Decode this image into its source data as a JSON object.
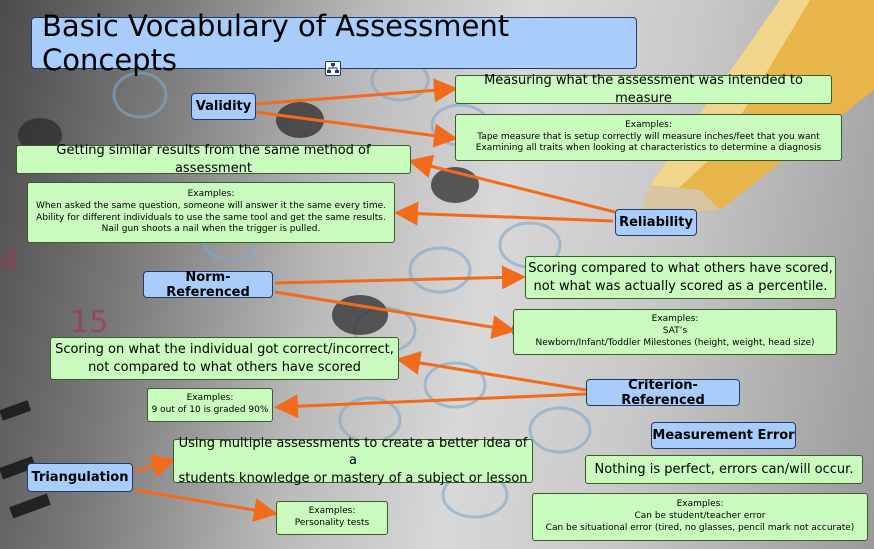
{
  "title": "Basic Vocabulary of Assessment Concepts",
  "colors": {
    "concept_fill": "#a9cdfb",
    "definition_fill": "#c9fbbf",
    "arrow": "#f26a1b"
  },
  "concepts": {
    "validity": {
      "label": "Validity",
      "definition": "Measuring what the assessment was intended to measure",
      "examples_heading": "Examples:",
      "examples": [
        "Tape measure that is setup correctly will measure inches/feet that you want",
        "Examining all traits when looking at characteristics to determine a diagnosis"
      ]
    },
    "reliability": {
      "label": "Reliability",
      "definition": "Getting similar results from the same method of assessment",
      "examples_heading": "Examples:",
      "examples": [
        "When asked the same question, someone will answer it the same every time.",
        "Ability for different individuals to use the same tool and get the same results.",
        "Nail gun shoots a nail when the trigger is pulled."
      ]
    },
    "norm_referenced": {
      "label": "Norm-Referenced",
      "definition_lines": [
        "Scoring compared to what others have scored,",
        "not what was actually scored as a percentile."
      ],
      "examples_heading": "Examples:",
      "examples": [
        "SAT’s",
        "Newborn/Infant/Toddler Milestones (height, weight, head size)"
      ]
    },
    "criterion_referenced": {
      "label": "Criterion-Referenced",
      "definition_lines": [
        "Scoring on what the individual got correct/incorrect,",
        "not compared to what others have scored"
      ],
      "examples_heading": "Examples:",
      "examples": [
        "9 out of 10 is graded 90%"
      ]
    },
    "triangulation": {
      "label": "Triangulation",
      "definition_lines": [
        "Using multiple assessments to create a better idea of a",
        "students knowledge or mastery of a subject or lesson"
      ],
      "examples_heading": "Examples:",
      "examples": [
        "Personality tests"
      ]
    },
    "measurement_error": {
      "label": "Measurement Error",
      "definition": "Nothing is perfect, errors can/will occur.",
      "examples_heading": "Examples:",
      "examples": [
        "Can be student/teacher error",
        "Can be situational error (tired, no glasses, pencil mark not accurate)"
      ]
    }
  }
}
